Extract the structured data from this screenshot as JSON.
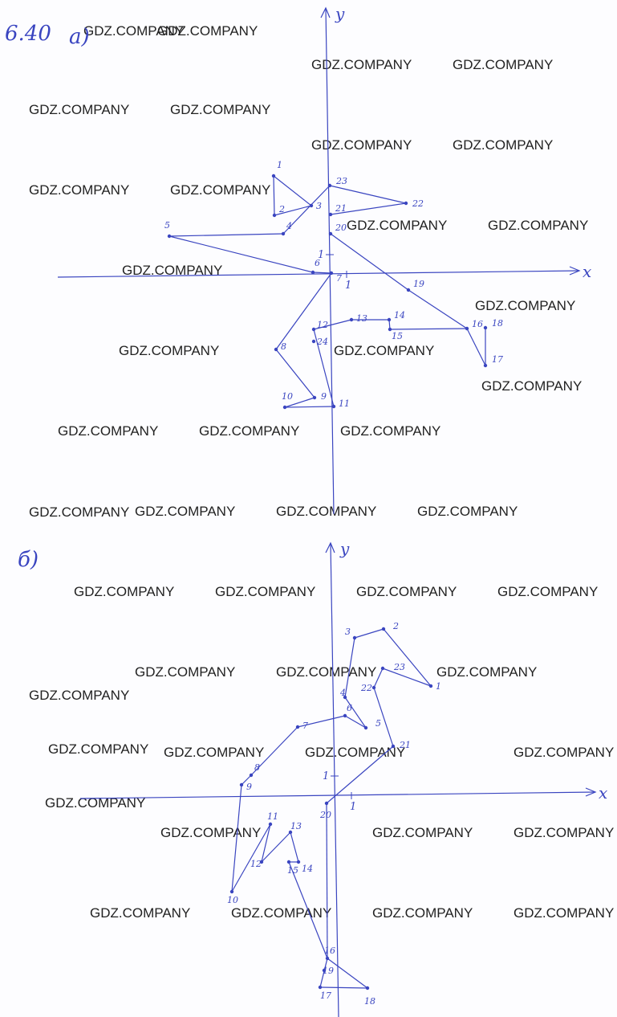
{
  "problem_number": "6.40",
  "part_a_label": "а)",
  "part_b_label": "б)",
  "axis_x_label": "x",
  "axis_y_label": "y",
  "unit_label": "1",
  "watermark": "GDZ.COMPANY",
  "ink_color": "#3a45c0",
  "figure_a": {
    "point_labels": [
      "1",
      "2",
      "3",
      "4",
      "5",
      "6",
      "7",
      "8",
      "9",
      "10",
      "11",
      "12",
      "13",
      "14",
      "15",
      "16",
      "17",
      "18",
      "19",
      "20",
      "21",
      "22",
      "23",
      "24"
    ]
  },
  "figure_b": {
    "point_labels": [
      "1",
      "2",
      "3",
      "4",
      "5",
      "6",
      "7",
      "8",
      "9",
      "10",
      "11",
      "12",
      "13",
      "14",
      "15",
      "16",
      "17",
      "18",
      "19",
      "20",
      "21",
      "22",
      "23"
    ]
  }
}
